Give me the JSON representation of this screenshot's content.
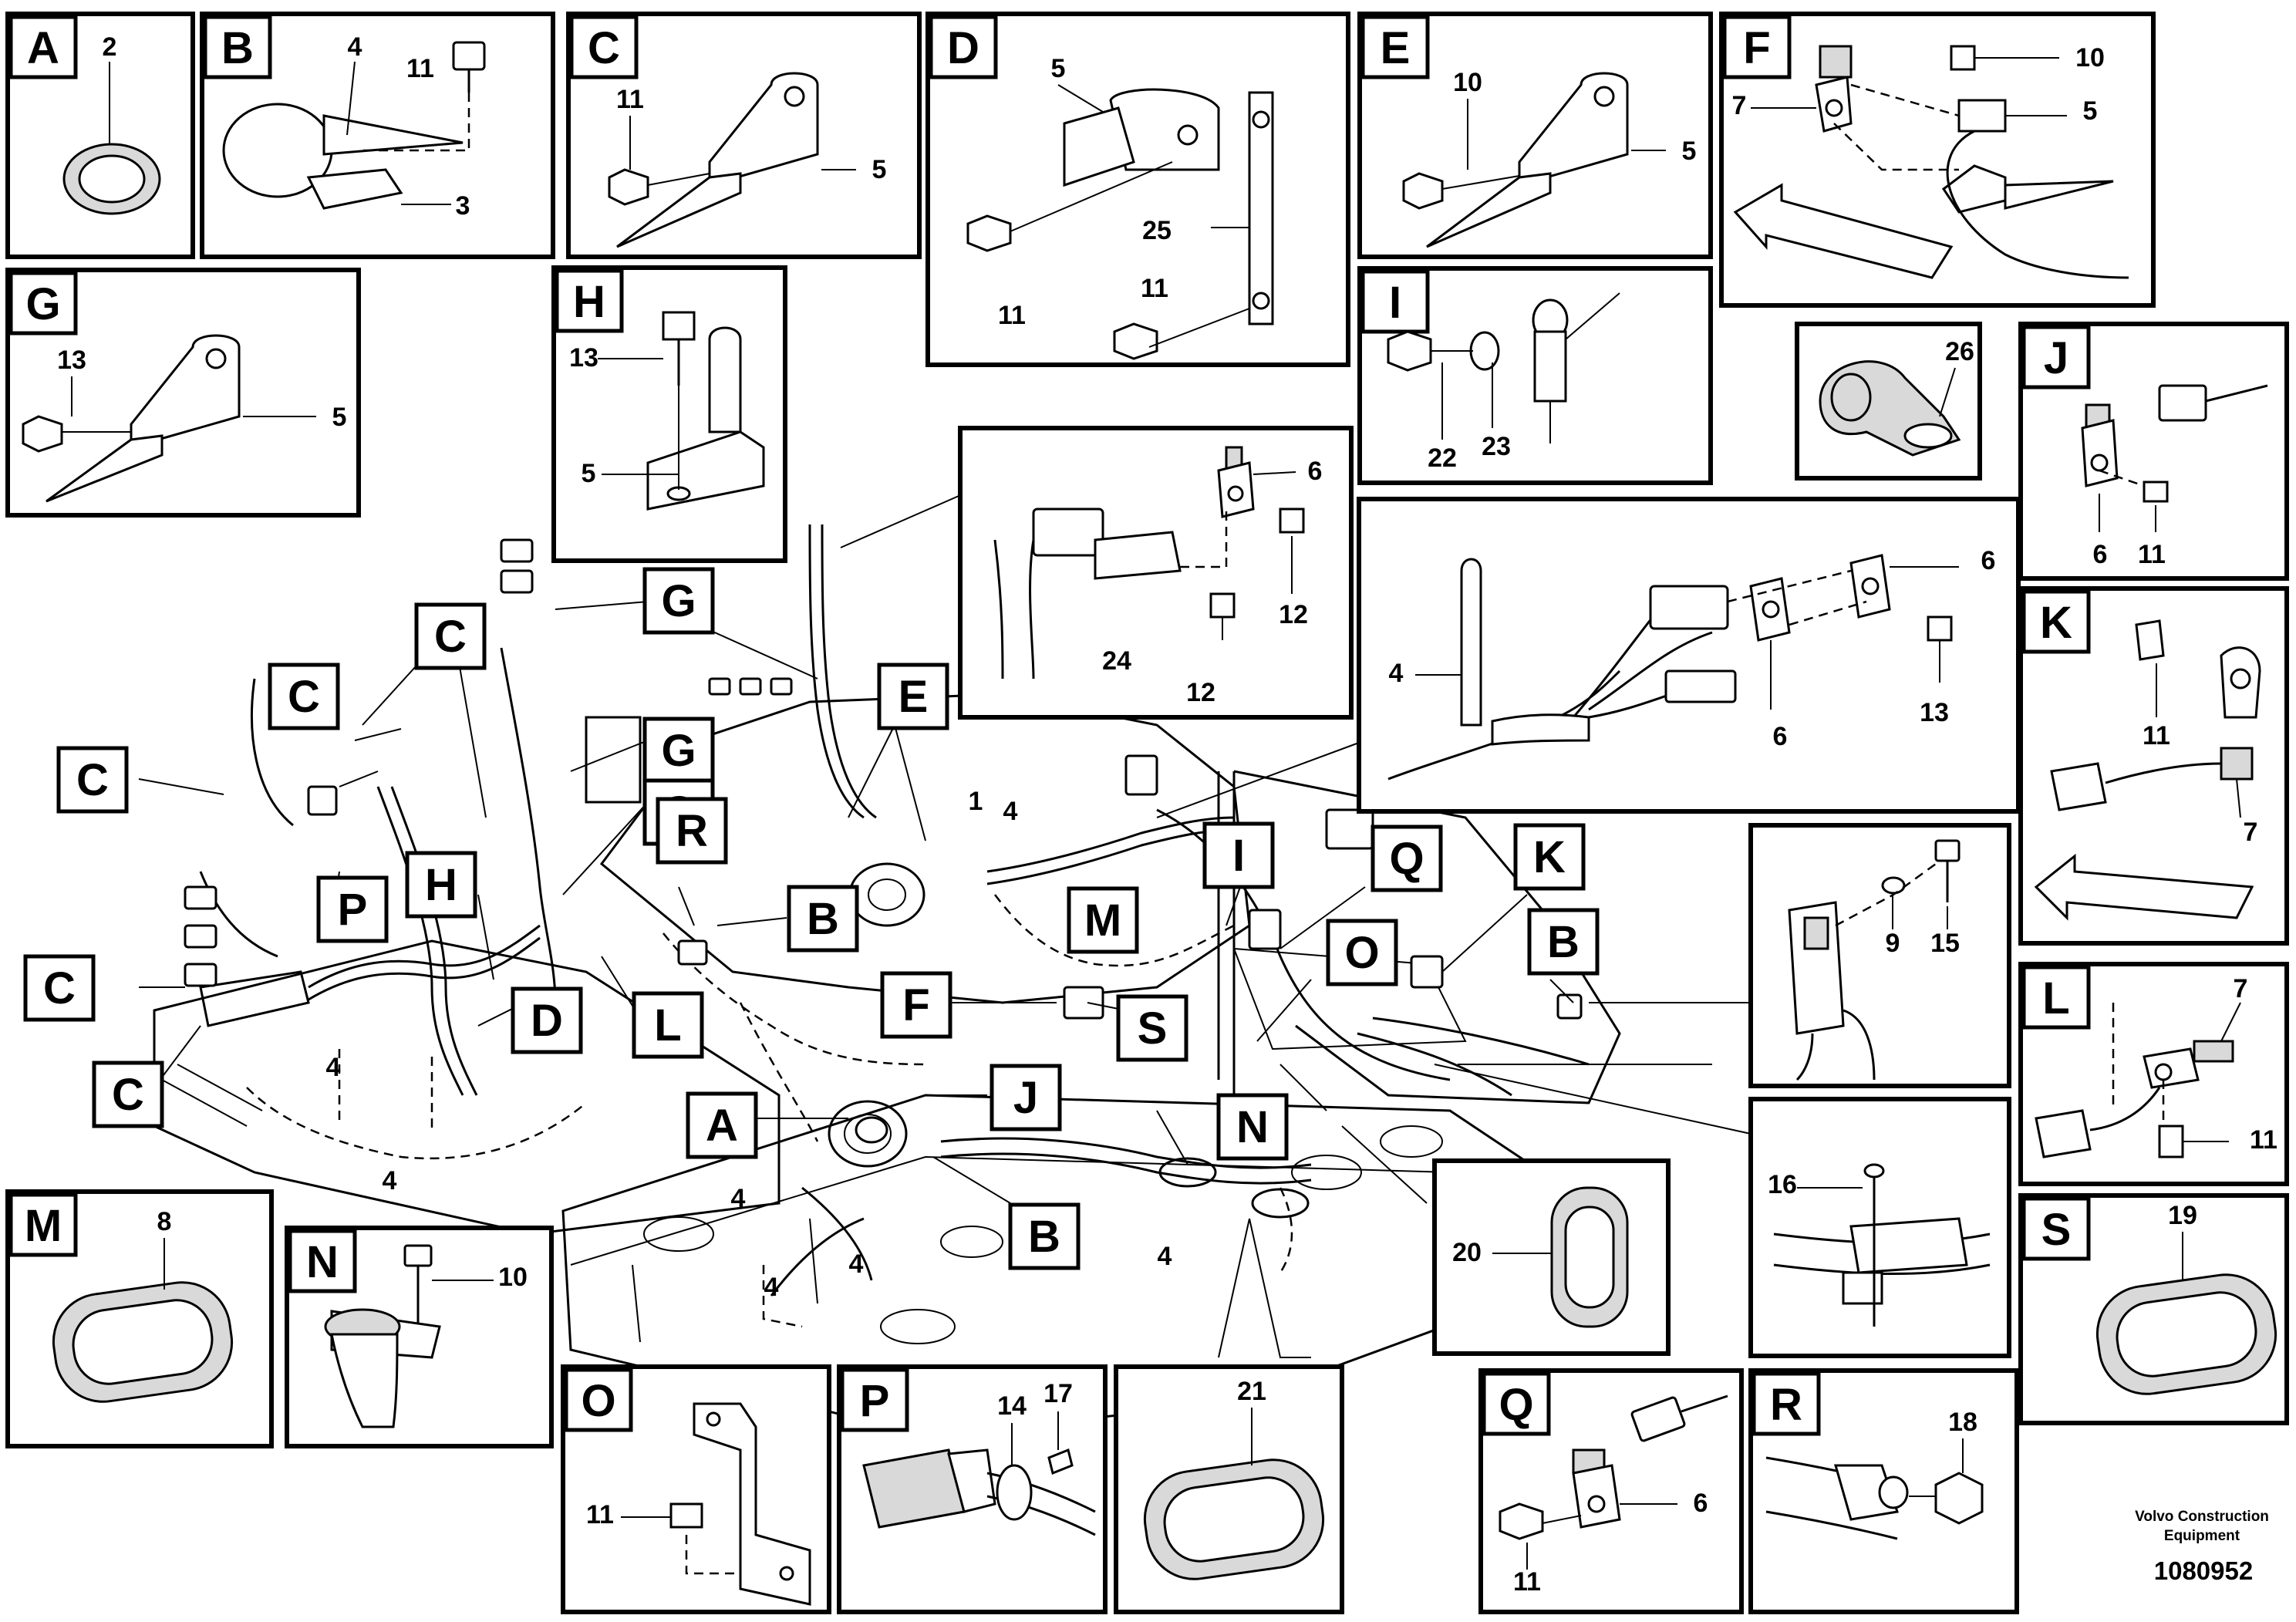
{
  "panels": {
    "A": {
      "letter": "A",
      "parts": [
        "2"
      ]
    },
    "B": {
      "letter": "B",
      "parts": [
        "4",
        "11",
        "3"
      ]
    },
    "C": {
      "letter": "C",
      "parts": [
        "11",
        "5"
      ]
    },
    "D": {
      "letter": "D",
      "parts": [
        "5",
        "25",
        "11",
        "11"
      ]
    },
    "E": {
      "letter": "E",
      "parts": [
        "10",
        "5"
      ]
    },
    "F": {
      "letter": "F",
      "parts": [
        "10",
        "7",
        "5"
      ]
    },
    "G": {
      "letter": "G",
      "parts": [
        "13",
        "5"
      ]
    },
    "H": {
      "letter": "H",
      "parts": [
        "13",
        "5"
      ]
    },
    "I": {
      "letter": "I",
      "parts": [
        "22",
        "23"
      ]
    },
    "P26": {
      "parts": [
        "26"
      ]
    },
    "J": {
      "letter": "J",
      "parts": [
        "6",
        "11"
      ]
    },
    "K": {
      "letter": "K",
      "parts": [
        "11",
        "7"
      ]
    },
    "DET1": {
      "parts": [
        "6",
        "12",
        "24",
        "12"
      ]
    },
    "DET2": {
      "parts": [
        "4",
        "6",
        "6",
        "13"
      ]
    },
    "DET3": {
      "parts": [
        "9",
        "15"
      ]
    },
    "L": {
      "letter": "L",
      "parts": [
        "7",
        "11"
      ]
    },
    "DET4": {
      "parts": [
        "16"
      ]
    },
    "P20": {
      "parts": [
        "20"
      ]
    },
    "S": {
      "letter": "S",
      "parts": [
        "19"
      ]
    },
    "M": {
      "letter": "M",
      "parts": [
        "8"
      ]
    },
    "N": {
      "letter": "N",
      "parts": [
        "10"
      ]
    },
    "O": {
      "letter": "O",
      "parts": [
        "11"
      ]
    },
    "P": {
      "letter": "P",
      "parts": [
        "14",
        "17"
      ]
    },
    "P21": {
      "parts": [
        "21"
      ]
    },
    "Q": {
      "letter": "Q",
      "parts": [
        "6",
        "11"
      ]
    },
    "R": {
      "letter": "R",
      "parts": [
        "18"
      ]
    }
  },
  "main_tags": [
    "C",
    "C",
    "C",
    "C",
    "C",
    "P",
    "H",
    "D",
    "G",
    "G",
    "G",
    "R",
    "B",
    "L",
    "E",
    "A",
    "J",
    "B",
    "M",
    "F",
    "S",
    "I",
    "Q",
    "K",
    "O",
    "B",
    "N"
  ],
  "main_part_numbers": [
    "1",
    "4",
    "4",
    "4",
    "4",
    "4",
    "4",
    "4"
  ],
  "footer": {
    "company_line1": "Volvo Construction",
    "company_line2": "Equipment",
    "drawing_number": "1080952"
  }
}
